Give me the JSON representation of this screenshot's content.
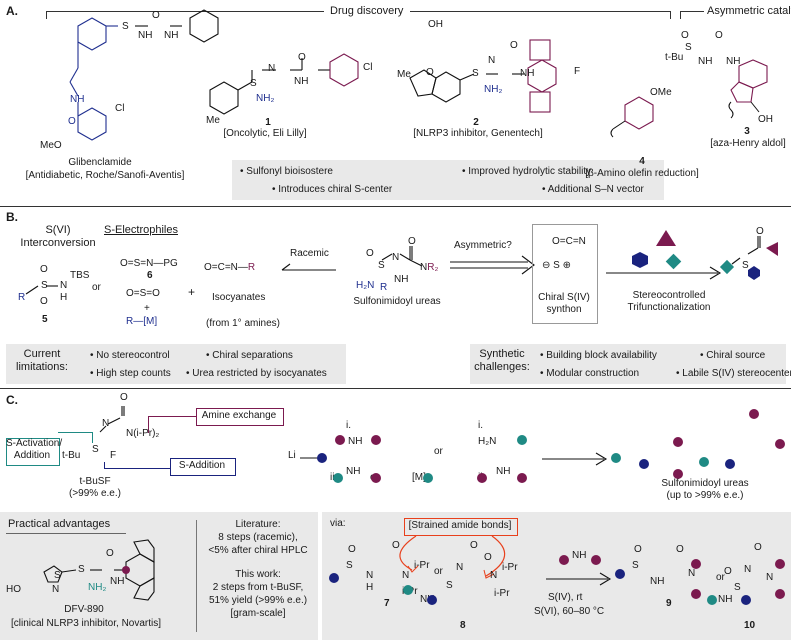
{
  "sectionA": {
    "letter": "A.",
    "drug_header": "Drug discovery",
    "asym_header": "Asymmetric catalysis",
    "glib_name": "Glibenclamide",
    "glib_desc": "[Antidiabetic, Roche/Sanofi-Aventis]",
    "c1_num": "1",
    "c1_desc": "[Oncolytic, Eli Lilly]",
    "c2_num": "2",
    "c2_desc": "[NLRP3 inhibitor, Genentech]",
    "c3_num": "3",
    "c3_desc": "[aza-Henry aldol]",
    "c4_num": "4",
    "c4_desc": "[β-Amino olefin reduction]",
    "bullets": [
      "• Sulfonyl bioisostere",
      "• Improved hydrolytic stability",
      "• Introduces chiral S-center",
      "• Additional S–N vector"
    ],
    "atoms": {
      "cl": "Cl",
      "meo": "MeO",
      "nh": "NH",
      "o": "O",
      "s": "S",
      "n": "N",
      "h": "H",
      "nh2": "NH₂",
      "me": "Me",
      "f": "F",
      "oh": "OH",
      "tbu": "t-Bu",
      "ome": "OMe"
    }
  },
  "sectionB": {
    "letter": "B.",
    "sviheader": "S(VI)\nInterconversion",
    "selectro": "S-Electrophiles",
    "c5": "5",
    "c6": "6",
    "tbs": "TBS",
    "pg": "PG",
    "or": "or",
    "plus": "+",
    "rm": "R—[M]",
    "isocyanates": "Isocyanates",
    "from_amines": "(from 1° amines)",
    "racemic": "Racemic",
    "asymmetric": "Asymmetric?",
    "sulfonimidoyl_ureas": "Sulfonimidoyl ureas",
    "chiral_synthon": "Chiral S(IV)\nsynthon",
    "stereo": "Stereocontrolled\nTrifunctionalization",
    "r2": "R₂",
    "current_lim": "Current\nlimitations:",
    "lim_items": [
      "• No stereocontrol",
      "• Chiral separations",
      "• High step counts",
      "• Urea restricted by isocyanates"
    ],
    "syn_chal": "Synthetic\nchallenges:",
    "chal_items": [
      "• Building block availability",
      "• Chiral source",
      "• Modular construction",
      "• Labile S(IV) stereocenters"
    ]
  },
  "sectionC": {
    "letter": "C.",
    "amine_exchange": "Amine exchange",
    "s_activation": "S-Activation/\nAddition",
    "s_addition": "S-Addition",
    "tbusf": "t-BuSF",
    "tbusf_ee": "(>99% e.e.)",
    "ni_pr2": "N(i-Pr)₂",
    "li": "Li",
    "step_i": "i.",
    "step_ii": "ii.",
    "or": "or",
    "m": "[M]",
    "h2n": "H₂N",
    "product": "Sulfonimidoyl ureas",
    "product_ee": "(up to >99% e.e.)",
    "practical": "Practical advantages",
    "dfv": "DFV-890",
    "dfv_desc": "[clinical NLRP3 inhibitor, Novartis]",
    "literature": "Literature:\n8 steps (racemic),\n<5% after chiral HPLC",
    "this_work": "This work:\n2 steps from t-BuSF,\n51% yield (>99% e.e.)\n[gram-scale]",
    "via": "via:",
    "strained": "[Strained amide bonds]",
    "c7": "7",
    "c8": "8",
    "c9": "9",
    "c10": "10",
    "ipr": "i-Pr",
    "siv": "S(IV), rt",
    "svi": "S(VI), 60–80 °C",
    "ho": "HO"
  },
  "colors": {
    "navy": "#1a237e",
    "purple": "#7b1a4f",
    "teal": "#1f8a84",
    "red": "#e8401c",
    "blue": "#2b3a8f",
    "boxgray": "#e9e9e9"
  }
}
